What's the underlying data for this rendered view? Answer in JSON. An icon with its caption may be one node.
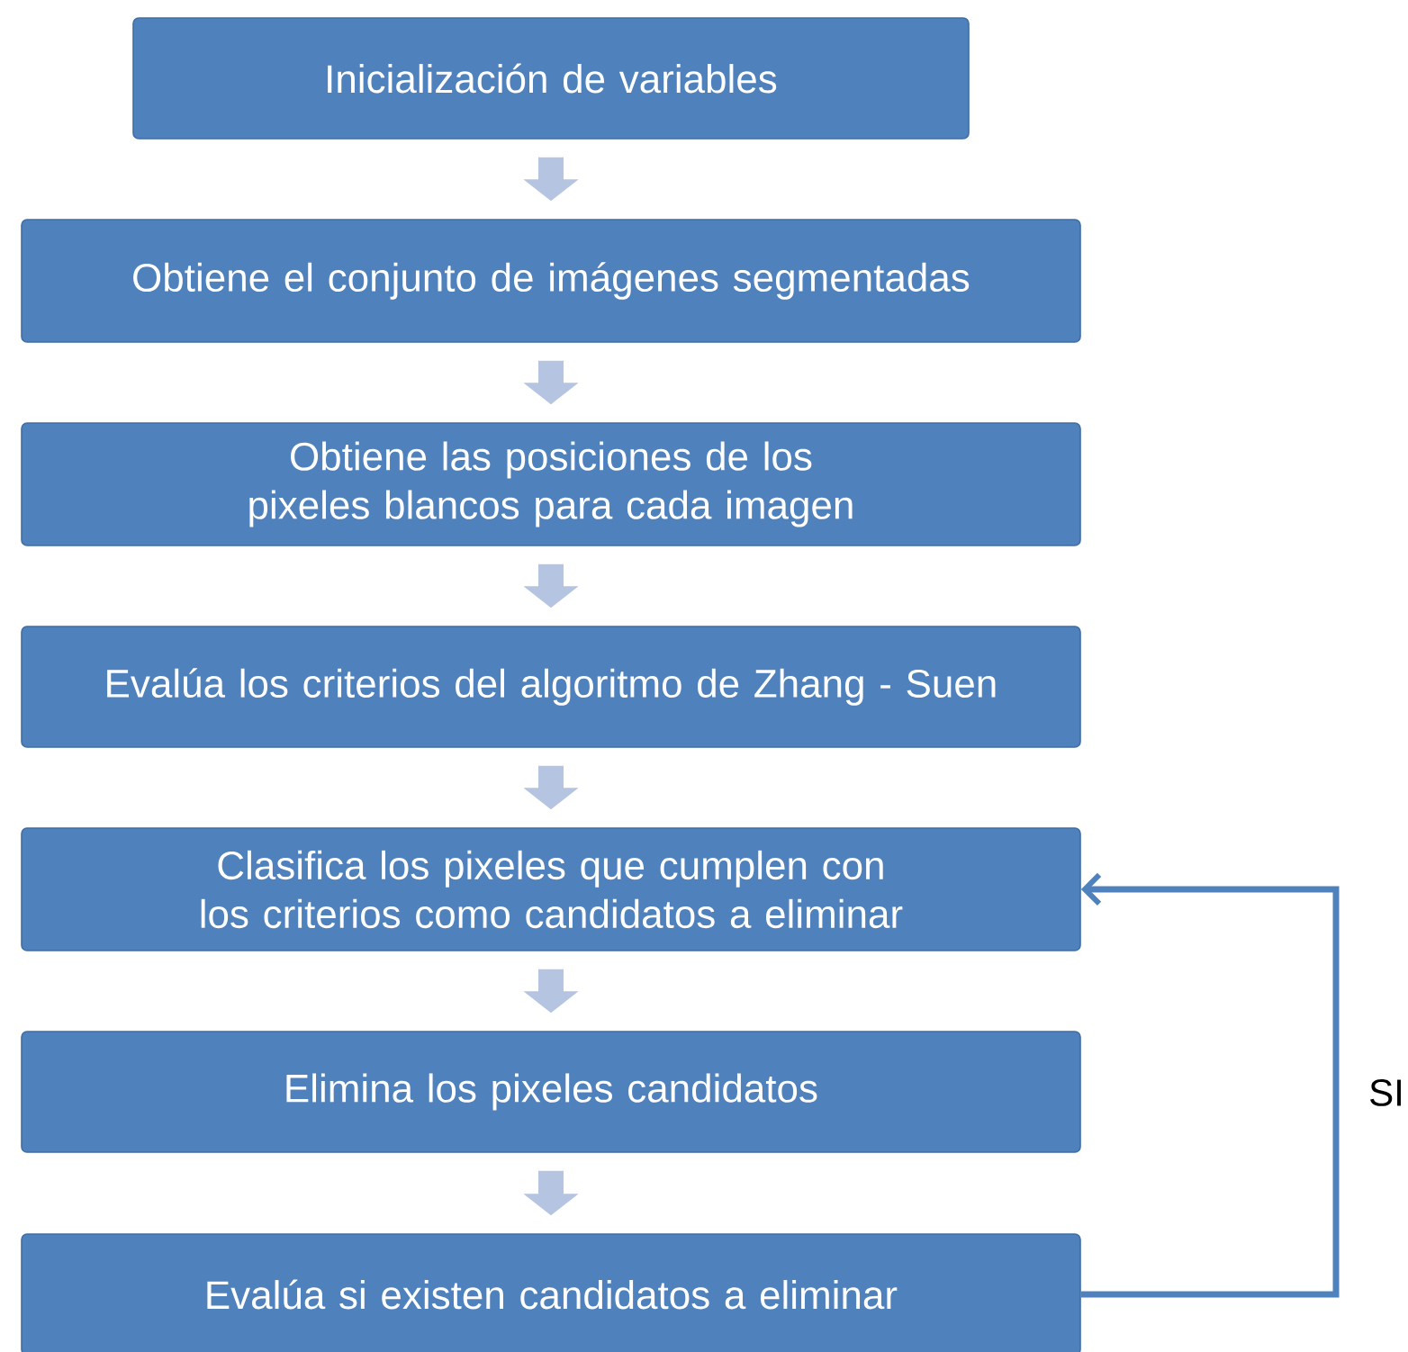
{
  "diagram": {
    "nodes": [
      {
        "text": [
          "Inicialización de variables"
        ]
      },
      {
        "text": [
          "Obtiene el conjunto de imágenes segmentadas"
        ]
      },
      {
        "text": [
          "Obtiene las posiciones de los pixeles blancos para cada imagen"
        ]
      },
      {
        "text": [
          "Evalúa los criterios del algoritmo de Zhang - Suen"
        ]
      },
      {
        "text": [
          "Clasifica los pixeles que cumplen con los criterios como candidatos a eliminar"
        ]
      },
      {
        "text": [
          "Elimina los pixeles candidatos"
        ]
      },
      {
        "text": [
          "Evalúa si existen candidatos a eliminar"
        ]
      }
    ],
    "edges": [
      {
        "from": 0,
        "to": 1,
        "arrow": "to"
      },
      {
        "from": 1,
        "to": 2,
        "arrow": "to"
      },
      {
        "from": 2,
        "to": 3,
        "arrow": "to"
      },
      {
        "from": 3,
        "to": 4,
        "arrow": "to"
      },
      {
        "from": 4,
        "to": 5,
        "arrow": "to"
      },
      {
        "from": 5,
        "to": 6,
        "arrow": "to"
      },
      {
        "from": 6,
        "to": 4,
        "arrow": "to",
        "label": "SI",
        "color": "#4f81bd"
      }
    ]
  }
}
